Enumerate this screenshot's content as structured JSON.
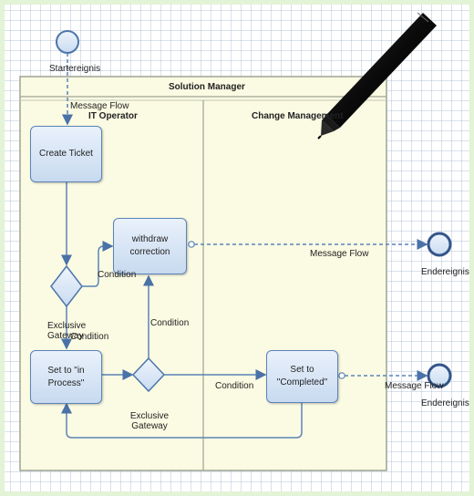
{
  "diagram": {
    "pool_title": "Solution Manager",
    "lanes": [
      "IT Operator",
      "Change Management"
    ],
    "events": {
      "start": "Startereignis",
      "end_1": "Endereignis",
      "end_2": "Endereignis"
    },
    "tasks": {
      "create_ticket": "Create Ticket",
      "withdraw_correction": "withdraw\ncorrection",
      "set_in_process": "Set to \"in\nProcess\"",
      "set_completed": "Set to\n\"Completed\""
    },
    "gateways": {
      "gateway_1": "Exclusive\nGateway",
      "gateway_2": "Exclusive\nGateway"
    },
    "flow_labels": {
      "message_flow_start": "Message Flow",
      "message_flow_withdraw": "Message Flow",
      "message_flow_completed": "Message Flow",
      "condition_to_withdraw": "Condition",
      "condition_to_process": "Condition",
      "condition_up": "Condition",
      "condition_to_completed": "Condition"
    },
    "colors": {
      "pool_fill": "#fbfbe3",
      "pool_border": "#9ea393",
      "task_border": "#5b83b8",
      "flow_line": "#5b83b8",
      "pen": "#111111"
    }
  }
}
